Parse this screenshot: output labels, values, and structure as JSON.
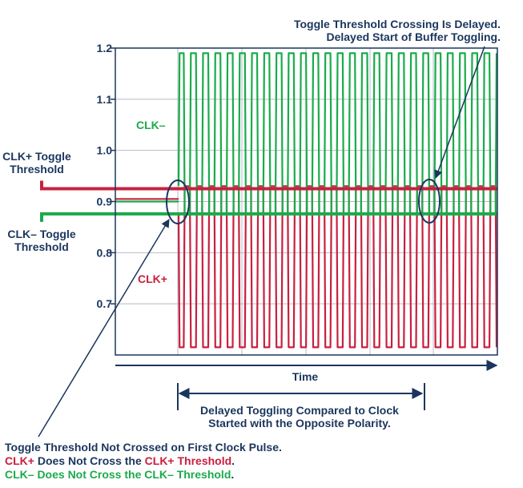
{
  "chart_data": {
    "type": "line",
    "title": "",
    "xlabel": "Time",
    "ylabel": "",
    "ylim": [
      0.6,
      1.2
    ],
    "yticks": [
      0.7,
      0.8,
      0.9,
      1.0,
      1.1,
      1.2
    ],
    "ytick_labels": [
      "0.7",
      "0.8",
      "0.9",
      "1.0",
      "1.1",
      "1.2"
    ],
    "grid": true,
    "cycles": 26,
    "series": [
      {
        "name": "CLK–",
        "color": "#1aab4b",
        "high": 1.19,
        "low": 0.875,
        "settle_high": 0.93,
        "settle_low": 0.875
      },
      {
        "name": "CLK+",
        "color": "#c8203f",
        "high": 0.93,
        "low": 0.615,
        "settle_high": 0.93,
        "settle_low": 0.875
      }
    ],
    "thresholds": [
      {
        "name": "CLK+ Toggle Threshold",
        "value": 0.925,
        "color": "#c8203f"
      },
      {
        "name": "CLK– Toggle Threshold",
        "value": 0.876,
        "color": "#1aab4b"
      }
    ],
    "series_labels": {
      "clk_minus": "CLK–",
      "clk_plus": "CLK+"
    },
    "threshold_labels": {
      "clk_plus": [
        "CLK+ Toggle",
        "Threshold"
      ],
      "clk_minus": [
        "CLK– Toggle",
        "Threshold"
      ]
    },
    "annotations": {
      "top_right": [
        "Toggle Threshold Crossing Is Delayed.",
        "Delayed Start of Buffer Toggling."
      ],
      "delay_span": [
        "Delayed Toggling Compared to Clock",
        "Started with the Opposite Polarity."
      ],
      "bottom": [
        {
          "parts": [
            {
              "text": "Toggle Threshold Not Crossed on First Clock Pulse.",
              "color": "#1b365d"
            }
          ]
        },
        {
          "parts": [
            {
              "text": "CLK+",
              "color": "#c8203f"
            },
            {
              "text": " Does Not Cross the ",
              "color": "#1b365d"
            },
            {
              "text": "CLK+ Threshold",
              "color": "#c8203f"
            },
            {
              "text": ".",
              "color": "#1b365d"
            }
          ]
        },
        {
          "parts": [
            {
              "text": "CLK– Does Not Cross the ",
              "color": "#1aab4b"
            },
            {
              "text": "CLK– Threshold",
              "color": "#1aab4b"
            },
            {
              "text": ".",
              "color": "#1b365d"
            }
          ]
        }
      ]
    }
  },
  "colors": {
    "text": "#1b365d",
    "axis": "#1b365d",
    "grid": "#b4bcc8"
  }
}
